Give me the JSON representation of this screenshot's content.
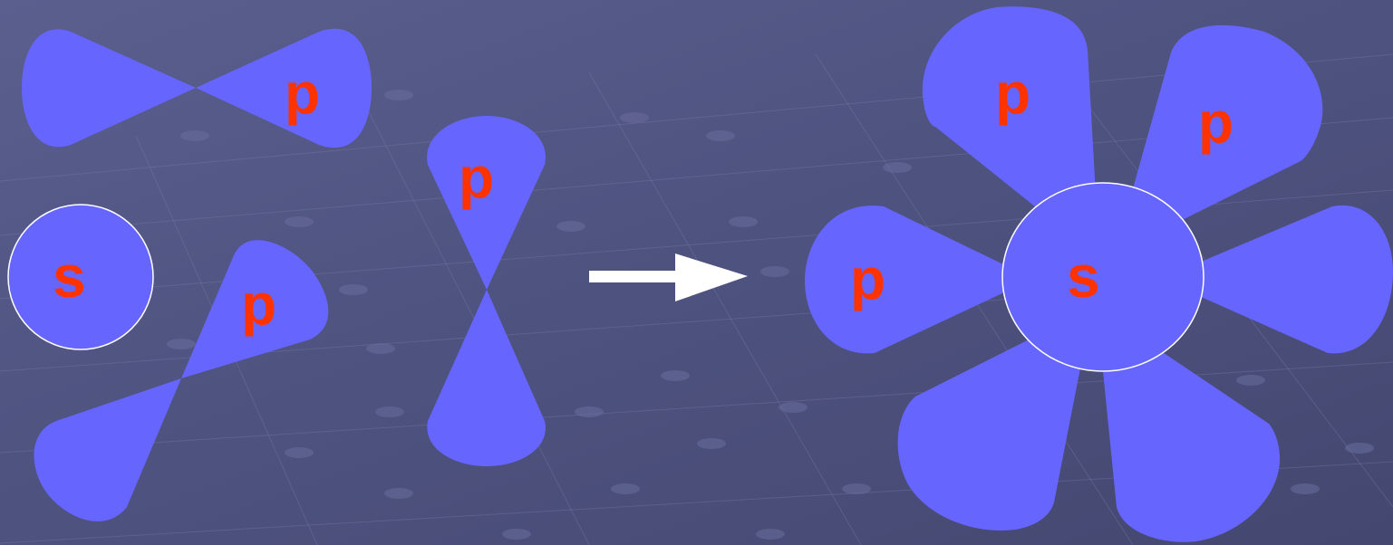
{
  "diagram": {
    "labels": {
      "s_left": "s",
      "p_top_left": "p",
      "p_bottom_left": "p",
      "p_vertical": "p",
      "p_hybrid_top_left": "p",
      "p_hybrid_top_right": "p",
      "p_hybrid_left": "p",
      "s_hybrid": "s"
    },
    "colors": {
      "orbital_fill": "#6666ff",
      "label_color": "#ff3300",
      "arrow_color": "#ffffff",
      "circle_outline": "#ffffff"
    },
    "icons": [
      "right-arrow-icon"
    ]
  }
}
